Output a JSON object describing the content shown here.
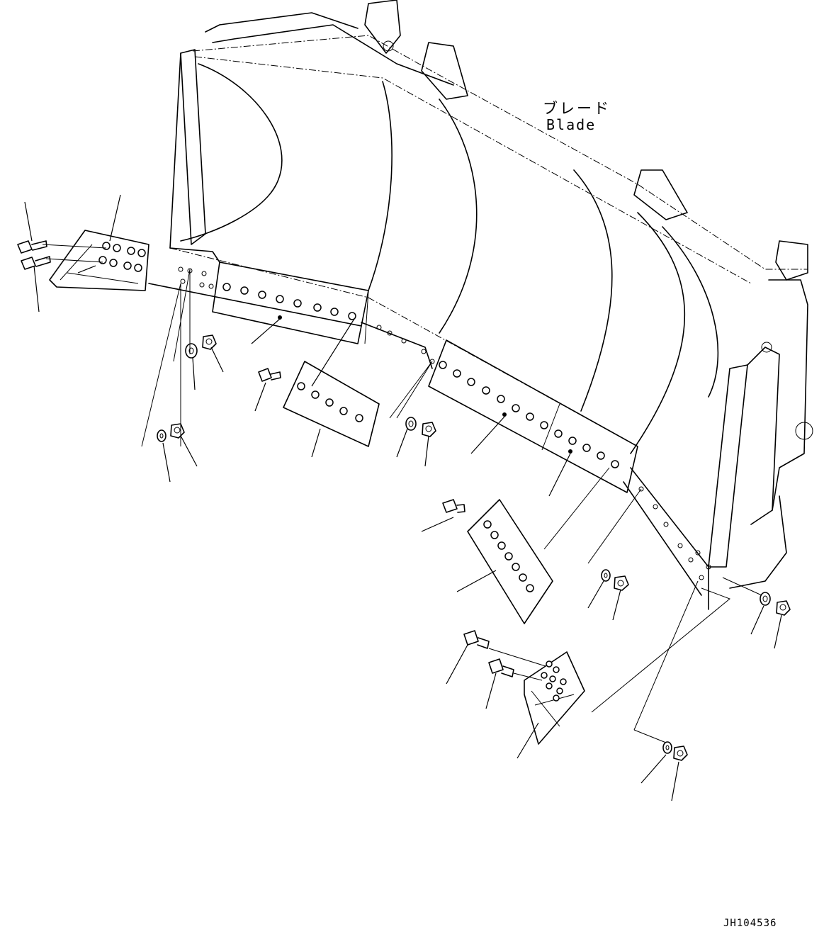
{
  "labels": {
    "part_name_jp": "ブレード",
    "part_name_en": "Blade"
  },
  "figure_id": "JH104536",
  "parts": [
    {
      "icon": "end-bit-icon",
      "side": "left"
    },
    {
      "icon": "cutting-edge-icon",
      "position": "left"
    },
    {
      "icon": "cutting-edge-icon",
      "position": "center"
    },
    {
      "icon": "cutting-edge-icon",
      "position": "right"
    },
    {
      "icon": "end-bit-icon",
      "side": "right"
    },
    {
      "icon": "bolt-icon"
    },
    {
      "icon": "washer-icon"
    },
    {
      "icon": "nut-icon"
    }
  ]
}
